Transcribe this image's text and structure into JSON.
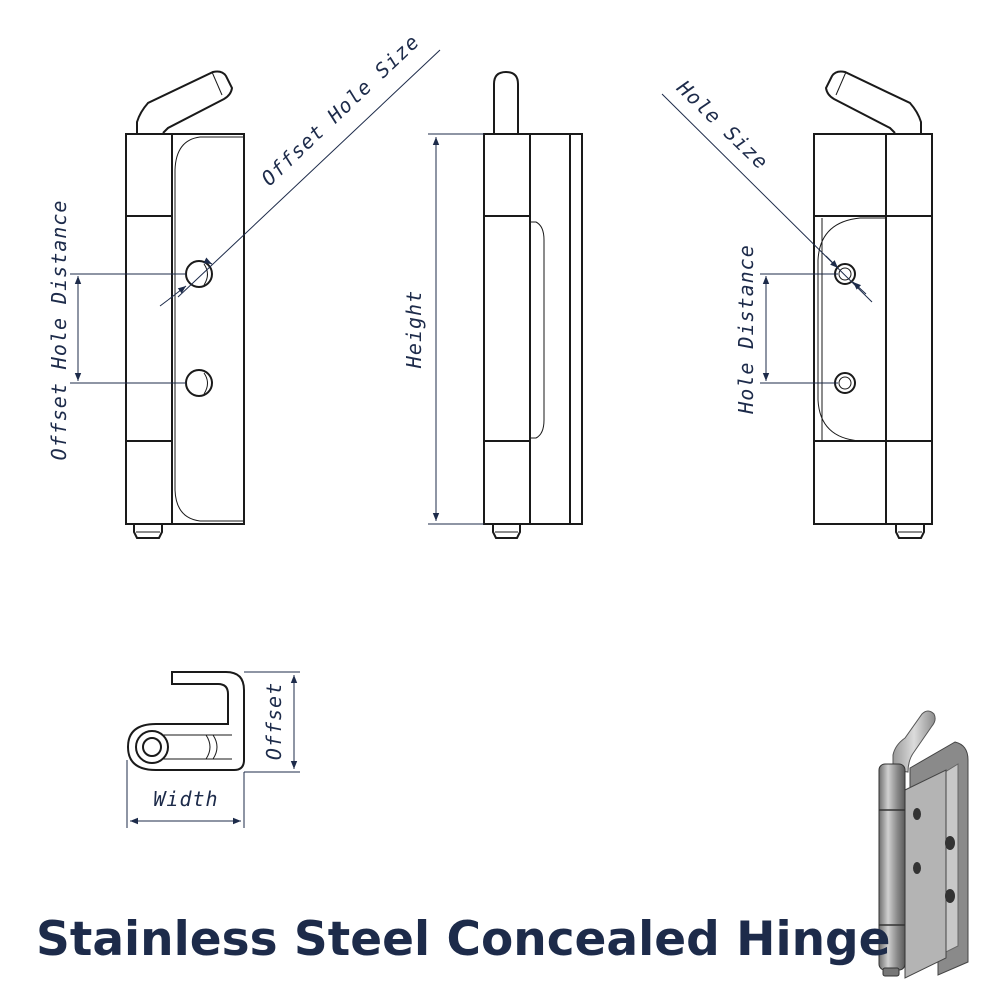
{
  "title": "Stainless Steel Concealed Hinge",
  "labels": {
    "offset_hole_size": "Offset Hole Size",
    "offset_hole_distance": "Offset Hole Distance",
    "height": "Height",
    "hole_size": "Hole Size",
    "hole_distance": "Hole Distance",
    "offset": "Offset",
    "width": "Width"
  },
  "colors": {
    "label": "#1d2b4a",
    "line": "#1a1a1a",
    "render_metal": "#9a9a9a"
  }
}
